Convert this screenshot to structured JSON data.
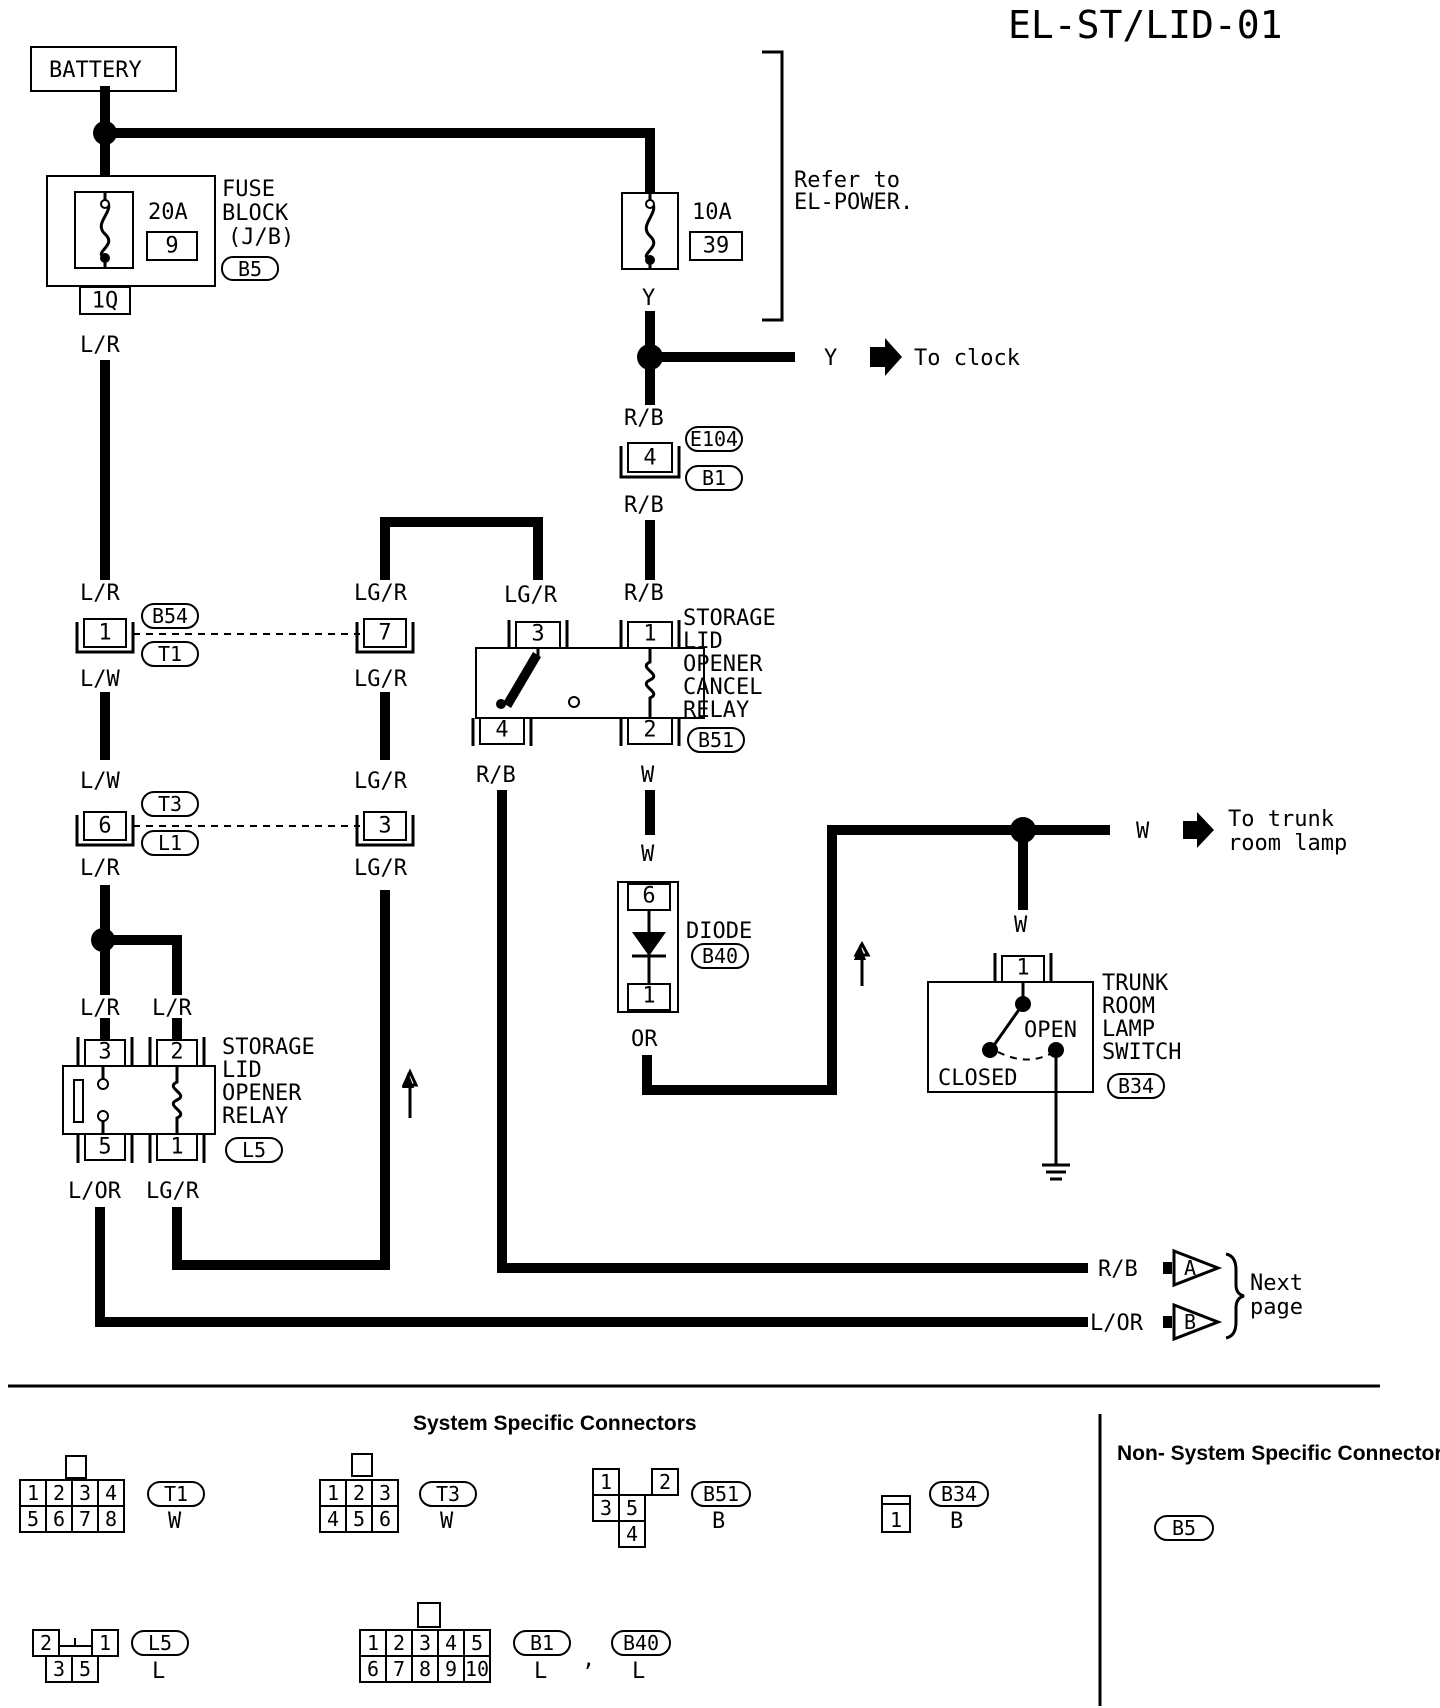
{
  "title": "EL-ST/LID-01",
  "refer": {
    "line1": "Refer to",
    "line2": "EL-POWER."
  },
  "battery": "BATTERY",
  "fuse_block": {
    "line1": "FUSE",
    "line2": "BLOCK",
    "line3": "(J/B)",
    "connector": "B5"
  },
  "fuse_20a": {
    "amp": "20A",
    "num": "9",
    "out_pin": "1Q"
  },
  "fuse_10a": {
    "amp": "10A",
    "num": "39"
  },
  "to_clock": {
    "color": "Y",
    "text": "To clock"
  },
  "to_trunk": {
    "color": "W",
    "line1": "To trunk",
    "line2": "room lamp"
  },
  "wires": {
    "lr": "L/R",
    "lw": "L/W",
    "y": "Y",
    "rb": "R/B",
    "lgr": "LG/R",
    "w": "W",
    "or": "OR",
    "lor": "L/OR"
  },
  "connectors": {
    "e104": "E104",
    "b1": "B1",
    "b54": "B54",
    "t1": "T1",
    "t3": "T3",
    "l1": "L1"
  },
  "pins": {
    "p1": "1",
    "p2": "2",
    "p3": "3",
    "p4": "4",
    "p5": "5",
    "p6": "6",
    "p7": "7"
  },
  "cancel_relay": {
    "line1": "STORAGE",
    "line2": "LID",
    "line3": "OPENER",
    "line4": "CANCEL",
    "line5": "RELAY",
    "connector": "B51"
  },
  "opener_relay": {
    "line1": "STORAGE",
    "line2": "LID",
    "line3": "OPENER",
    "line4": "RELAY",
    "connector": "L5"
  },
  "diode": {
    "label": "DIODE",
    "connector": "B40"
  },
  "trunk_switch": {
    "line1": "TRUNK",
    "line2": "ROOM",
    "line3": "LAMP",
    "line4": "SWITCH",
    "connector": "B34",
    "open": "OPEN",
    "closed": "CLOSED"
  },
  "next_page": {
    "line1": "Next",
    "line2": "page",
    "a": "A",
    "b": "B"
  },
  "legend": {
    "system_title": "System Specific Connectors",
    "non_system_title": "Non- System Specific Connectors",
    "non_system_connector": "B5",
    "t1": {
      "name": "T1",
      "color": "W",
      "row1": [
        "1",
        "2",
        "3",
        "4"
      ],
      "row2": [
        "5",
        "6",
        "7",
        "8"
      ]
    },
    "t3": {
      "name": "T3",
      "color": "W",
      "row1": [
        "1",
        "2",
        "3"
      ],
      "row2": [
        "4",
        "5",
        "6"
      ]
    },
    "b51": {
      "name": "B51",
      "color": "B",
      "cells": [
        "1",
        "2",
        "3",
        "5",
        "4"
      ]
    },
    "b34": {
      "name": "B34",
      "color": "B",
      "cells": [
        "1"
      ]
    },
    "l5": {
      "name": "L5",
      "color": "L",
      "cells": [
        "2",
        "1",
        "3",
        "5"
      ]
    },
    "b1b40": {
      "name1": "B1",
      "color1": "L",
      "comma": ",",
      "name2": "B40",
      "color2": "L",
      "row1": [
        "1",
        "2",
        "3",
        "4",
        "5"
      ],
      "row2": [
        "6",
        "7",
        "8",
        "9",
        "10"
      ]
    }
  }
}
